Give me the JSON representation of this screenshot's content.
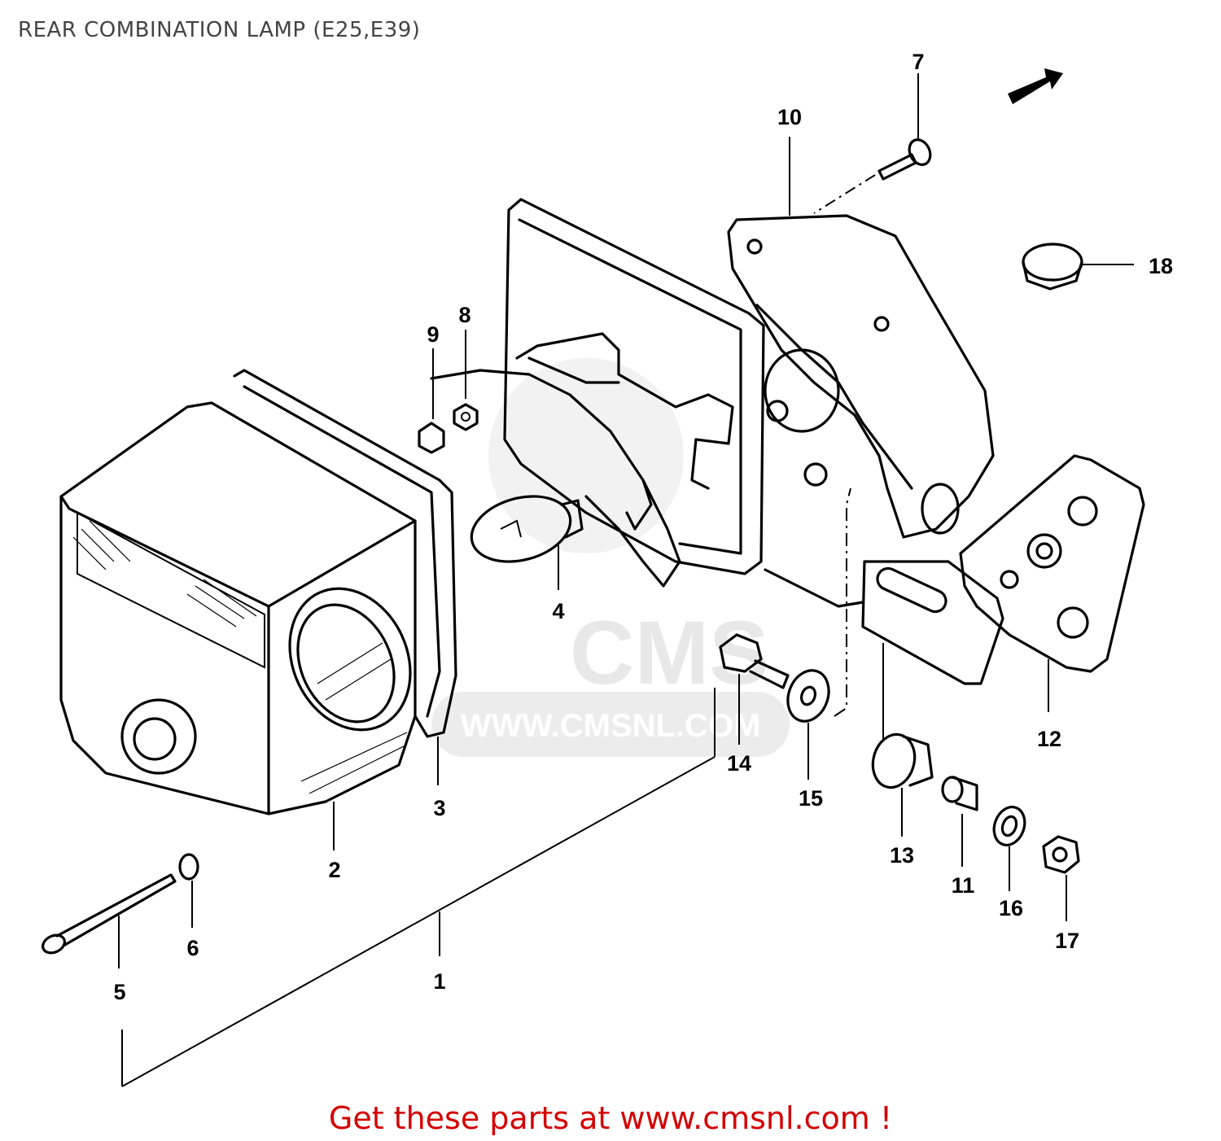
{
  "page": {
    "title": "REAR COMBINATION LAMP (E25,E39)"
  },
  "watermark": {
    "brand": "CMS",
    "url": "WWW.CMSNL.COM",
    "color": "#d9d9d9"
  },
  "parts": {
    "p1": "1",
    "p2": "2",
    "p3": "3",
    "p4": "4",
    "p5": "5",
    "p6": "6",
    "p7": "7",
    "p8": "8",
    "p9": "9",
    "p10": "10",
    "p11": "11",
    "p12": "12",
    "p13": "13",
    "p14": "14",
    "p15": "15",
    "p16": "16",
    "p17": "17",
    "p18": "18"
  },
  "footer": {
    "cta_text": "Get these parts at www.cmsnl.com !",
    "cta_color": "#d40000"
  }
}
